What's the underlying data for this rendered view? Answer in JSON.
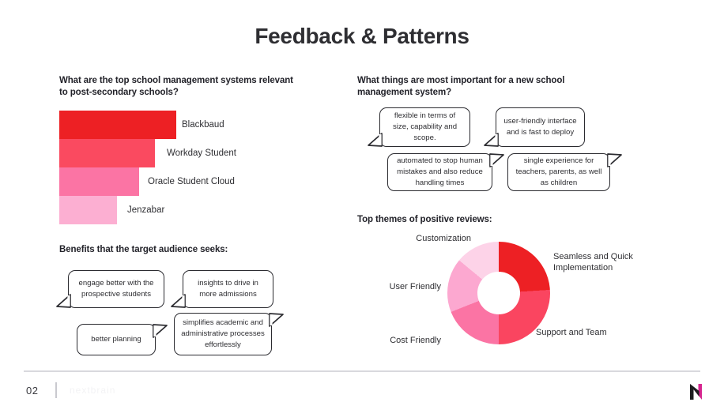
{
  "slide": {
    "title": "Feedback & Patterns",
    "page_number": "02",
    "watermark": "nextbrain",
    "logo_name": "brand-n-logo",
    "logo_colors": {
      "magenta": "#d6258f",
      "dark": "#1d1d1f"
    }
  },
  "bar_section": {
    "question": "What are the top school management systems relevant to post-secondary schools?"
  },
  "requirements_section": {
    "question": "What things are most important for a new school management system?",
    "bubbles": [
      {
        "text": "flexible in terms of size, capability and scope.",
        "tail": "bottom-left"
      },
      {
        "text": "user-friendly interface and is fast to deploy",
        "tail": "bottom-left"
      },
      {
        "text": "automated to stop human mistakes and also reduce handling times",
        "tail": "top-right"
      },
      {
        "text": "single experience for teachers, parents, as well as children",
        "tail": "top-right"
      }
    ]
  },
  "benefits_section": {
    "heading": "Benefits that the target audience seeks:",
    "bubbles": [
      {
        "text": "engage better with the prospective students",
        "tail": "bottom-left"
      },
      {
        "text": "insights to drive in more admissions",
        "tail": "bottom-left"
      },
      {
        "text": "better planning",
        "tail": "top-right"
      },
      {
        "text": "simplifies academic and administrative processes effortlessly",
        "tail": "top-right"
      }
    ]
  },
  "donut_section": {
    "heading": "Top themes of positive reviews:"
  },
  "chart_data": [
    {
      "type": "bar",
      "title": "What are the top school management systems relevant to post-secondary schools?",
      "orientation": "horizontal",
      "categories": [
        "Blackbaud",
        "Workday Student",
        "Oracle Student Cloud",
        "Jenzabar"
      ],
      "values": [
        100,
        82,
        68,
        49
      ],
      "value_unit": "relative width %",
      "colors": [
        "#ED2024",
        "#FA4A60",
        "#FB74A4",
        "#FCAFD2"
      ],
      "xlabel": "",
      "ylabel": "",
      "grid": false,
      "legend": "none",
      "label_position": "outside-right"
    },
    {
      "type": "pie",
      "subtype": "donut",
      "title": "Top themes of positive reviews:",
      "categories": [
        "Seamless and Quick Implementation",
        "Support and Team",
        "Cost Friendly",
        "User Friendly",
        "Customization"
      ],
      "values": [
        24,
        26,
        19,
        17,
        14
      ],
      "value_unit": "percent",
      "colors": [
        "#ED2024",
        "#FA4560",
        "#FB74A4",
        "#FCA8D0",
        "#FDD3E8"
      ],
      "start_angle_deg": 0,
      "hole_ratio": 0.42,
      "legend": "labels around chart",
      "grid": false
    }
  ],
  "donut_labels": [
    {
      "text": "Seamless and Quick Implementation",
      "side": "right"
    },
    {
      "text": "Support and Team",
      "side": "right"
    },
    {
      "text": "Cost Friendly",
      "side": "left"
    },
    {
      "text": "User Friendly",
      "side": "left"
    },
    {
      "text": "Customization",
      "side": "left"
    }
  ]
}
